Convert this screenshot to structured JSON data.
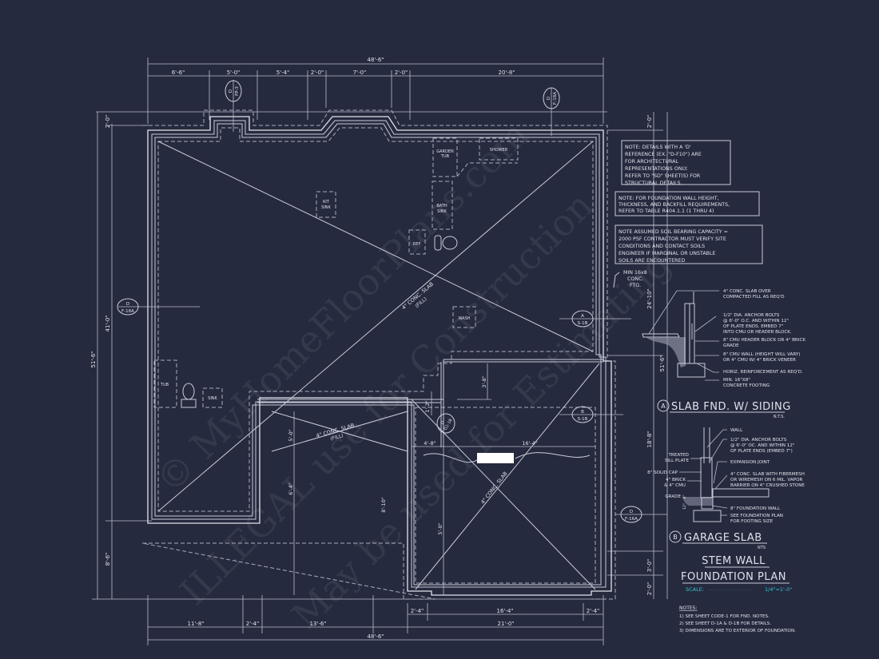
{
  "sheet": {
    "title_line1": "STEM WALL",
    "title_line2": "FOUNDATION PLAN",
    "scale_label": "SCALE:",
    "scale_dots": "· · · · · · · · · · · · · · · · ·",
    "scale_value": "1/4\"=1'-0\"",
    "notes_heading": "NOTES:",
    "notes": [
      "1)  SEE SHEET CODE-1 FOR FND. NOTES.",
      "2)  SEE SHEET D-1A & D-1B FOR DETAILS.",
      "3)  DIMENSIONS ARE TO EXTERIOR OF FOUNDATION."
    ]
  },
  "dimensions": {
    "top_overall": "48'-6\"",
    "top_segments": [
      "6'-6\"",
      "5'-0\"",
      "5'-4\"",
      "2'-0\"",
      "7'-0\"",
      "2'-0\"",
      "20'-8\""
    ],
    "bottom_overall": "48'-6\"",
    "bottom_segments": [
      "11'-8\"",
      "2'-4\"",
      "13'-6\"",
      "21'-0\""
    ],
    "bottom_garage": [
      "2'-4\"",
      "16'-4\"",
      "2'-4\""
    ],
    "left_overall": "51'-6\"",
    "left_segments": [
      "2'-0\"",
      "41'-0\"",
      "8'-6\""
    ],
    "right_overall": "51'-6\"",
    "right_segments": [
      "2'-0\"",
      "24'-10\"",
      "18'-8\"",
      "3'-0\"",
      "2'-0\""
    ],
    "interior": {
      "porch_depth": "5'-0\"",
      "porch_lower": "6'-4\"",
      "garage_side": "8'-10\"",
      "garage_notch": "3'-8\"",
      "step": "1'-2\"",
      "garage_left": "4'-8\"",
      "garage_width": "16'-4\"",
      "garage_lower": "5'-0\""
    }
  },
  "callouts": [
    {
      "id": "fp3",
      "top": "D",
      "bottom": "FP-3"
    },
    {
      "id": "f18a-top",
      "top": "D",
      "bottom": "F-18A"
    },
    {
      "id": "f18a-left",
      "top": "D",
      "bottom": "F-18A"
    },
    {
      "id": "s1b-a",
      "top": "A",
      "bottom": "S-1B"
    },
    {
      "id": "s1b-b",
      "top": "B",
      "bottom": "S-1B"
    },
    {
      "id": "g18",
      "top": "D",
      "bottom": "G1-1B"
    },
    {
      "id": "f16a",
      "top": "D",
      "bottom": "F-16A"
    }
  ],
  "fixtures": {
    "garden_tub": [
      "GARDEN",
      "TUB"
    ],
    "shower": "SHOWER",
    "kit_sink": [
      "KIT",
      "SINK"
    ],
    "bath_sink": [
      "BATH",
      "SINK"
    ],
    "ref": "REF.",
    "wash": "WASH",
    "tub": "TUB",
    "sink": "SINK"
  },
  "slab_labels": {
    "main": [
      "4\" CONC. SLAB",
      "(FILL)"
    ],
    "porch": [
      "4\" CONC. SLAB",
      "(FILL)"
    ],
    "garage": "4\" CONC. SLAB"
  },
  "notes_boxes": [
    [
      "NOTE: DETAILS WITH A 'D'",
      "REFERENCE (EX. \"D-F10\") ARE",
      "FOR ARCHITECTURAL",
      "REPRESENTATIONS ONLY.",
      "REFER TO \"SD\" SHEET(S) FOR",
      "STRUCTURAL DETAILS."
    ],
    [
      "NOTE: FOR FOUNDATION WALL HEIGHT,",
      "THICKNESS, AND BACKFILL REQUIREMENTS,",
      "REFER TO TABLE R404.1.1 (1 THRU 4)"
    ],
    [
      "NOTE ASSUMED SOIL BEARING CAPACITY =",
      "2000 PSF CONTRACTOR MUST VERIFY SITE",
      "CONDITIONS AND CONTACT SOILS",
      "ENGINEER IF MARGINAL OR UNSTABLE",
      "SOILS ARE ENCOUNTERED"
    ]
  ],
  "footing_note": [
    "MIN 16x8",
    "CONC.",
    "FTG."
  ],
  "detail_a": {
    "marker": "A",
    "title": "SLAB FND. W/ SIDING",
    "subtitle": "N.T.S.",
    "labels": [
      [
        "4\" CONC. SLAB OVER",
        "COMPACTED FILL AS REQ'D"
      ],
      [
        "1/2\" DIA. ANCHOR BOLTS",
        "@ 6'-0\" O.C. AND WITHIN 12\"",
        "OF PLATE ENDS. EMBED 7\"",
        "INTO CMU OR HEADER BLOCK."
      ],
      [
        "8\" CMU HEADER BLOCK OR 4\" BRICK",
        "GRADE"
      ],
      [
        "8\" CMU WALL (HEIGHT WILL VARY)",
        "OR 4\" CMU W/ 4\" BRICK VENEER"
      ],
      [
        "HORIZ. REINFORCEMENT AS REQ'D."
      ],
      [
        "MIN. 16\"X8\"",
        "CONCRETE FOOTING"
      ]
    ]
  },
  "detail_b": {
    "marker": "B",
    "title": "GARAGE SLAB",
    "subtitle": "NTS",
    "labels_right": [
      [
        "WALL"
      ],
      [
        "1/2\" DIA. ANCHOR BOLTS",
        "@ 6'-0\" OC. AND WITHIN 12\"",
        "OF PLATE ENDS (EMBED 7\")"
      ],
      [
        "EXPANSION JOINT"
      ],
      [
        "4\" CONC. SLAB WITH FIBERMESH",
        "OR WIREMESH ON 6 MIL. VAPOR",
        "BARRIER ON 4\" CRUSHED STONE"
      ],
      [
        "8\" FOUNDATION WALL"
      ],
      [
        "SEE FOUNDATION PLAN",
        "FOR FOOTING SIZE"
      ]
    ],
    "labels_left": [
      [
        "TREATED",
        "SILL PLATE"
      ],
      [
        "8\" SOLID CAP"
      ],
      [
        "4\" BRICK",
        "& 4\" CMU"
      ],
      [
        "GRADE"
      ]
    ],
    "dims": [
      "8\"",
      "12\""
    ]
  },
  "watermark": [
    "© MyHomeFloorPlans.com",
    "ILLEGAL use for Construction",
    "May be used for Estimating"
  ],
  "colors": {
    "background": "#252a3e",
    "linework": "#c9cbd8",
    "dim_tick": "#e0487a",
    "scale_accent": "#35c6d4"
  }
}
